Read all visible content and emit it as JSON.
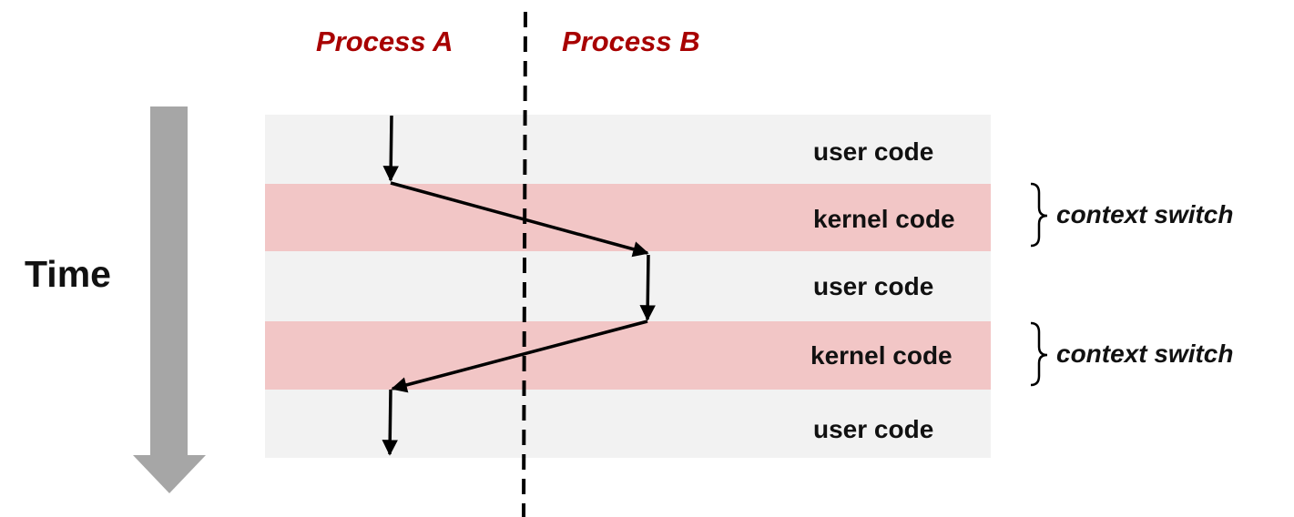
{
  "processes": {
    "a_label": "Process A",
    "b_label": "Process B"
  },
  "time_label": "Time",
  "bands": [
    {
      "label": "user code",
      "kind": "user"
    },
    {
      "label": "kernel code",
      "kind": "kernel"
    },
    {
      "label": "user code",
      "kind": "user"
    },
    {
      "label": "kernel code",
      "kind": "kernel"
    },
    {
      "label": "user code",
      "kind": "user"
    }
  ],
  "annotations": [
    {
      "label": "context switch"
    },
    {
      "label": "context switch"
    }
  ],
  "colors": {
    "process_label": "#a80000",
    "user_band": "#f2f2f2",
    "kernel_band": "#f2c6c6",
    "time_arrow": "#a6a6a6",
    "flow_line": "#000000"
  }
}
